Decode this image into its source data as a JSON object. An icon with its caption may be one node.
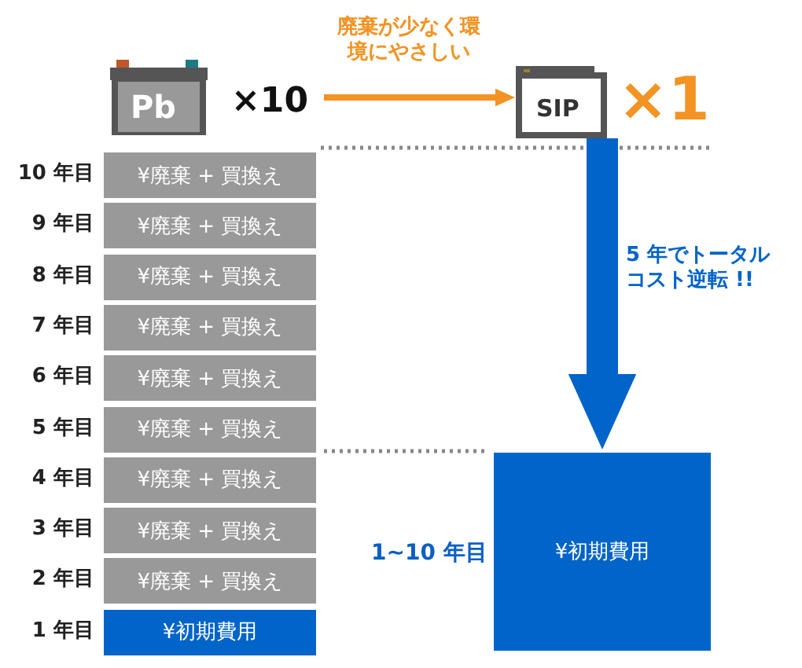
{
  "diagram": {
    "nodes": [
      {
        "text": [
          "Pb"
        ],
        "beside": [
          "×10"
        ]
      },
      {
        "text": [
          "SIP"
        ],
        "beside": [
          "×1"
        ]
      },
      {
        "text": [
          "¥廃棄 + 買換え"
        ],
        "beside": [
          "10 年目"
        ]
      },
      {
        "text": [
          "¥廃棄 + 買換え"
        ],
        "beside": [
          "9 年目"
        ]
      },
      {
        "text": [
          "¥廃棄 + 買換え"
        ],
        "beside": [
          "8 年目"
        ]
      },
      {
        "text": [
          "¥廃棄 + 買換え"
        ],
        "beside": [
          "7 年目"
        ]
      },
      {
        "text": [
          "¥廃棄 + 買換え"
        ],
        "beside": [
          "6 年目"
        ]
      },
      {
        "text": [
          "¥廃棄 + 買換え"
        ],
        "beside": [
          "5 年目"
        ]
      },
      {
        "text": [
          "¥廃棄 + 買換え"
        ],
        "beside": [
          "4 年目"
        ]
      },
      {
        "text": [
          "¥廃棄 + 買換え"
        ],
        "beside": [
          "3 年目"
        ]
      },
      {
        "text": [
          "¥廃棄 + 買換え"
        ],
        "beside": [
          "2 年目"
        ]
      },
      {
        "text": [
          "¥初期費用"
        ],
        "beside": [
          "1 年目"
        ]
      },
      {
        "text": [
          "¥初期費用"
        ],
        "beside": [
          "1~10 年目"
        ]
      }
    ],
    "edges": [
      {
        "from": 0,
        "to": 1,
        "arrow": "to",
        "label": "廃棄が少なく環境にやさしい",
        "color": "#f39323"
      },
      {
        "from": 1,
        "to": 12,
        "arrow": "to",
        "label": "5 年でトータルコスト逆転 !!",
        "style": "thick",
        "color": "#0064c8"
      }
    ]
  }
}
